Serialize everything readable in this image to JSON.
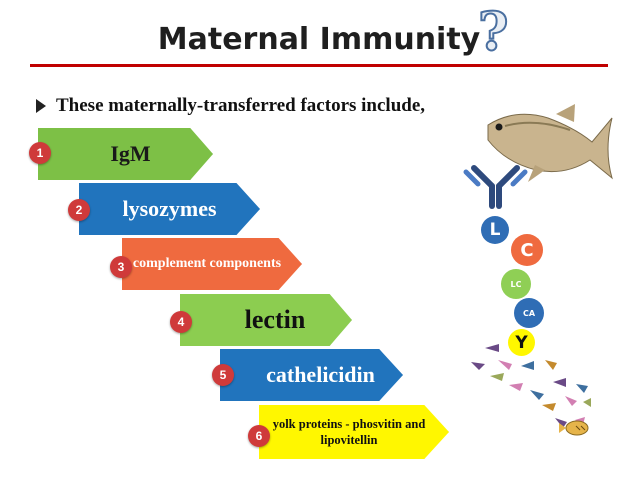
{
  "slide": {
    "title": "Maternal Immunity",
    "question_mark": "?",
    "bullet": "These maternally-transferred factors include,",
    "factors": [
      {
        "number": "1",
        "label": "IgM",
        "color": "#7dc046"
      },
      {
        "number": "2",
        "label": "lysozymes",
        "color": "#2174bd"
      },
      {
        "number": "3",
        "label": "complement components",
        "color": "#ef6a3f"
      },
      {
        "number": "4",
        "label": "lectin",
        "color": "#8ccd50"
      },
      {
        "number": "5",
        "label": "cathelicidin",
        "color": "#2174bd"
      },
      {
        "number": "6",
        "label": "yolk proteins - phosvitin and lipovitellin",
        "color": "#fff700"
      }
    ],
    "circles": [
      "L",
      "C",
      "LC",
      "CA",
      "Y"
    ],
    "accent_color": "#c00000",
    "illustrations": [
      "adult-fish",
      "antibody",
      "fish-school"
    ]
  }
}
